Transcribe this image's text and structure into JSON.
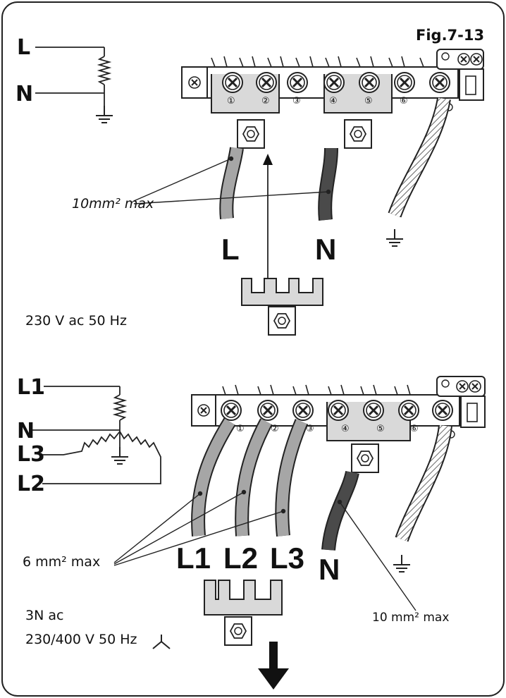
{
  "figure": {
    "label": "Fig.7-13"
  },
  "single_phase": {
    "schematic": {
      "line_label": "L",
      "neutral_label": "N"
    },
    "wire_note": "10mm² max",
    "conductor_labels": {
      "line": "L",
      "neutral": "N"
    },
    "supply": "230 V ac 50 Hz",
    "terminals": [
      "①",
      "②",
      "③",
      "④",
      "⑤",
      "⑥"
    ]
  },
  "three_phase": {
    "schematic": {
      "l1": "L1",
      "n": "N",
      "l3": "L3",
      "l2": "L2"
    },
    "phase_wire_note": "6 mm² max",
    "neutral_wire_note": "10 mm² max",
    "conductor_labels": {
      "l1": "L1",
      "l2": "L2",
      "l3": "L3",
      "n": "N"
    },
    "supply_line1": "3N ac",
    "supply_line2": "230/400 V 50 Hz",
    "terminals": [
      "①",
      "②",
      "③",
      "④",
      "⑤",
      "⑥"
    ]
  },
  "colors": {
    "frame": "#222222",
    "bridge_fill": "#d9d9d9",
    "wire_light": "#a6a6a6",
    "wire_dark": "#4a4a4a",
    "arrow": "#111111"
  }
}
